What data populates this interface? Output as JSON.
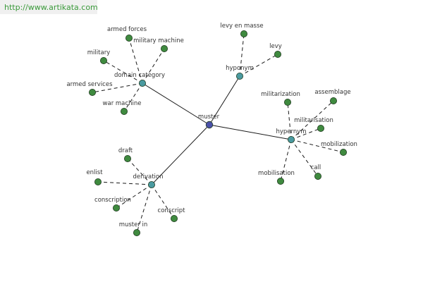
{
  "watermark": "http://www.artikata.com",
  "colors": {
    "root": "#4a50a8",
    "category": "#4a9aa0",
    "leaf": "#3f8a3f",
    "node_stroke": "#1f3a1f",
    "edge": "#1a1a1a",
    "label": "#333333"
  },
  "graph": {
    "root": "muster",
    "categories": [
      {
        "id": "domain-category",
        "label": "domain category",
        "leaves": [
          "armed forces",
          "military machine",
          "military",
          "armed services",
          "war machine"
        ]
      },
      {
        "id": "hyponym",
        "label": "hyponym",
        "leaves": [
          "levy en masse",
          "levy"
        ]
      },
      {
        "id": "hypernym",
        "label": "hypernym",
        "leaves": [
          "militarization",
          "assemblage",
          "militarisation",
          "mobilization",
          "call",
          "mobilisation"
        ]
      },
      {
        "id": "derivation",
        "label": "derivation",
        "leaves": [
          "draft",
          "enlist",
          "conscription",
          "conscript",
          "muster in"
        ]
      }
    ]
  }
}
